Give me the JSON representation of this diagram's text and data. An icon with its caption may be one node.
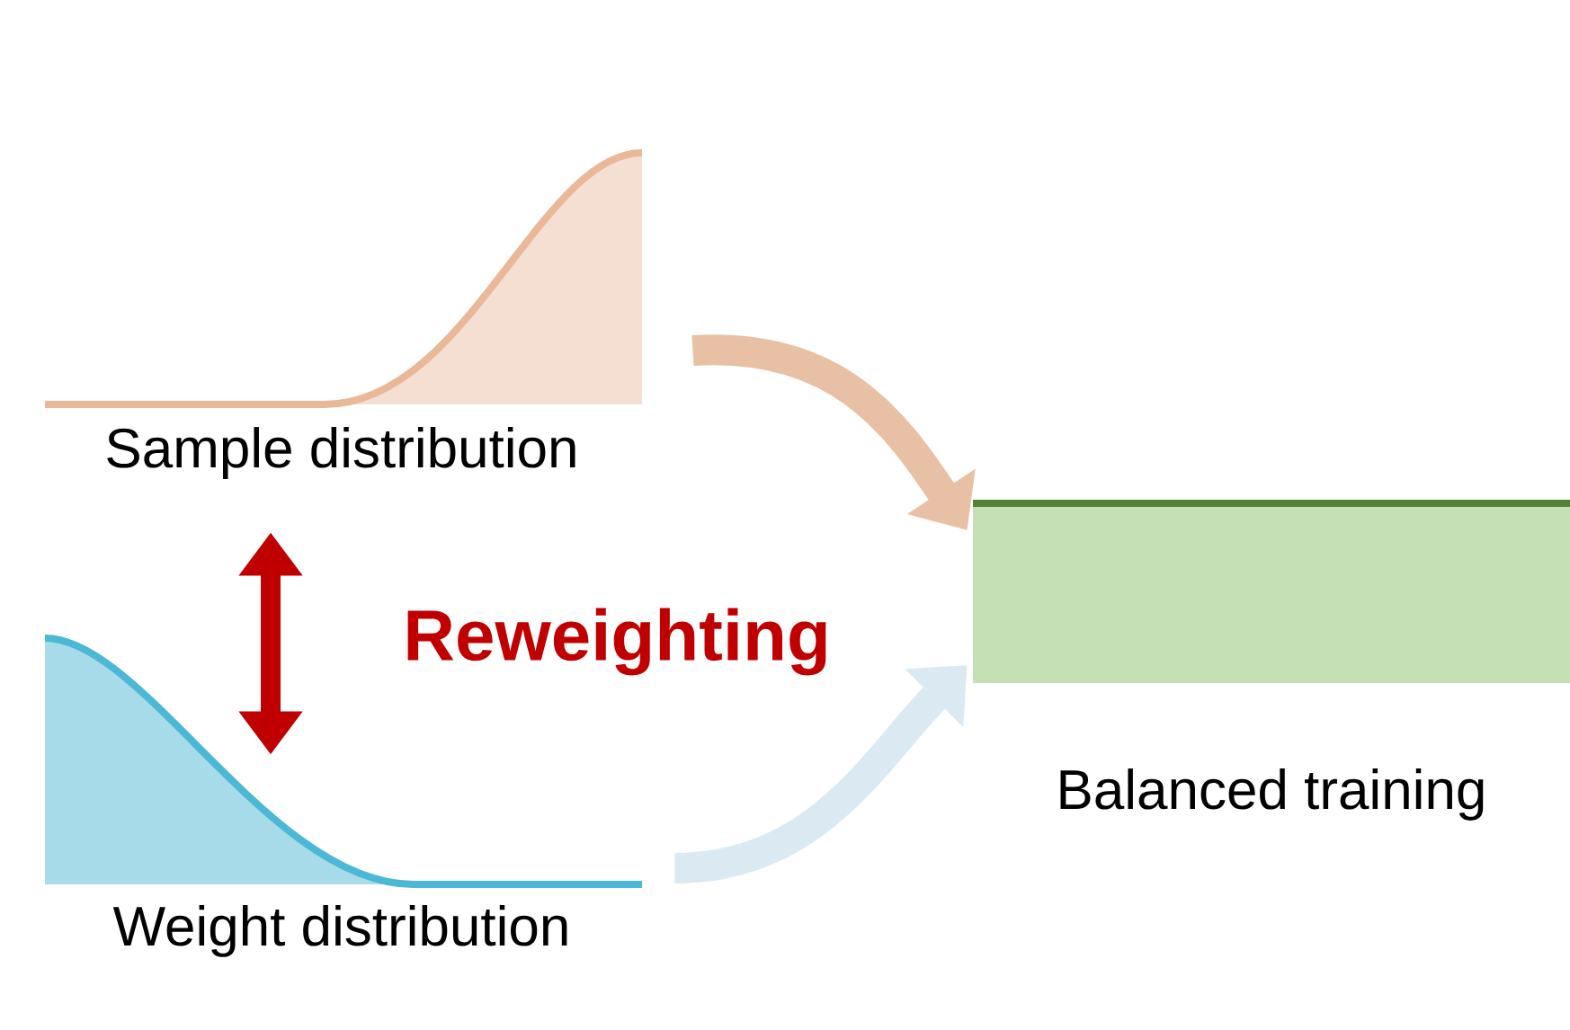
{
  "diagram": {
    "nodes": [
      {
        "text": [
          "Sample distribution"
        ]
      },
      {
        "text": [
          "Weight distribution"
        ]
      },
      {
        "text": [
          "Balanced training"
        ]
      }
    ],
    "edges": [
      {
        "from": 0,
        "to": 2,
        "arrow": "to",
        "color": "#e8c0a5"
      },
      {
        "from": 1,
        "to": 2,
        "arrow": "to",
        "color": "#dbeaf2"
      },
      {
        "from": 0,
        "to": 1,
        "arrow": "both",
        "color": "#c00000",
        "label": "Reweighting"
      }
    ]
  }
}
